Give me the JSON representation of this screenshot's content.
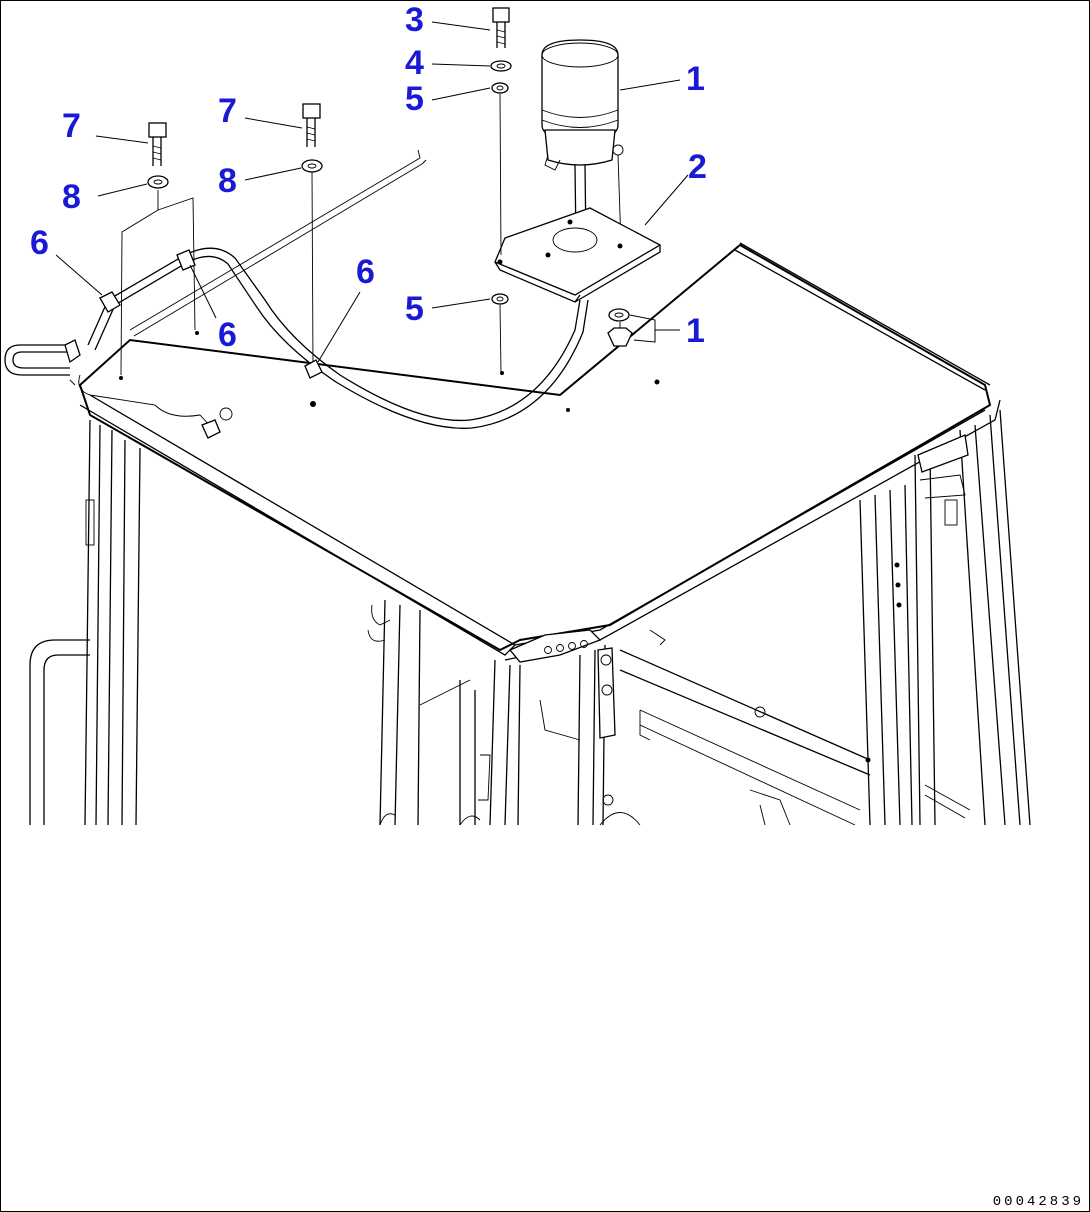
{
  "callouts": [
    {
      "id": "c3",
      "label": "3"
    },
    {
      "id": "c4",
      "label": "4"
    },
    {
      "id": "c5a",
      "label": "5"
    },
    {
      "id": "c1a",
      "label": "1"
    },
    {
      "id": "c2",
      "label": "2"
    },
    {
      "id": "c7a",
      "label": "7"
    },
    {
      "id": "c7b",
      "label": "7"
    },
    {
      "id": "c8a",
      "label": "8"
    },
    {
      "id": "c8b",
      "label": "8"
    },
    {
      "id": "c6a",
      "label": "6"
    },
    {
      "id": "c6b",
      "label": "6"
    },
    {
      "id": "c6c",
      "label": "6"
    },
    {
      "id": "c5b",
      "label": "5"
    },
    {
      "id": "c1b",
      "label": "1"
    }
  ],
  "drawing_number": "00042839",
  "colors": {
    "callout": "#1a1ad6",
    "line": "#000000",
    "background": "#ffffff"
  }
}
